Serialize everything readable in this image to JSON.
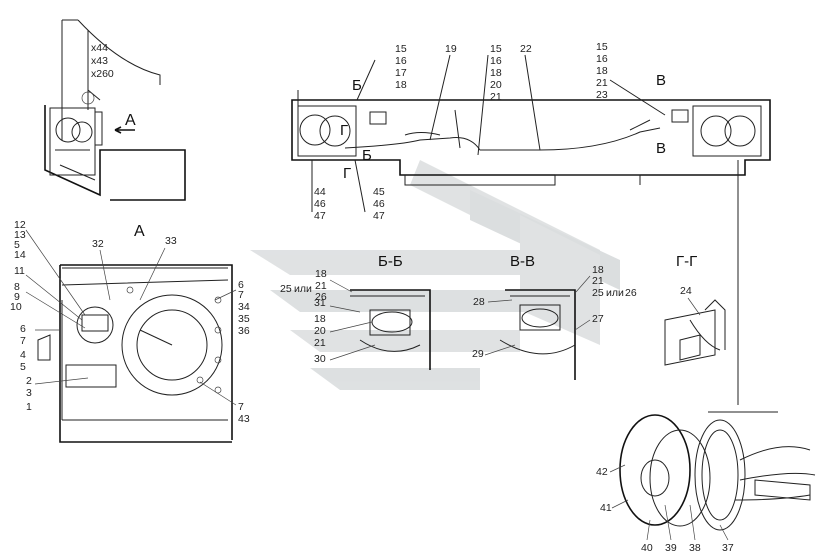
{
  "views": {
    "top_left": {
      "codes": [
        "x44",
        "x43",
        "x260"
      ],
      "view_label": "А"
    },
    "main_top": {
      "section_b": "Б",
      "section_v": "В",
      "section_g": "Г",
      "callouts_left_top": [
        "15",
        "16",
        "17",
        "18"
      ],
      "callout_19": "19",
      "callouts_mid_top": [
        "15",
        "16",
        "18",
        "20",
        "21"
      ],
      "callout_22": "22",
      "callouts_right_top": [
        "15",
        "16",
        "18",
        "21",
        "23"
      ],
      "callouts_left_bottom": [
        "44",
        "46",
        "47"
      ],
      "callouts_mid_bottom": [
        "45",
        "46",
        "47"
      ]
    },
    "view_a": {
      "title": "А",
      "left_labels": [
        "12",
        "13",
        "5",
        "14",
        "11",
        "8",
        "9",
        "10",
        "6",
        "7",
        "4",
        "5",
        "2",
        "3",
        "1"
      ],
      "top_labels": [
        "32",
        "33"
      ],
      "right_labels": [
        "6",
        "7",
        "34",
        "35",
        "36",
        "7",
        "43"
      ]
    },
    "section_bb": {
      "title": "Б-Б",
      "labels": [
        "18",
        "21",
        "25",
        "или",
        "26",
        "31",
        "18",
        "20",
        "21",
        "30"
      ]
    },
    "section_vv": {
      "title": "В-В",
      "labels": [
        "18",
        "21",
        "25",
        "или",
        "26",
        "28",
        "27",
        "29"
      ]
    },
    "section_gg": {
      "title": "Г-Г",
      "labels": [
        "24"
      ]
    },
    "detail": {
      "labels": [
        "42",
        "41",
        "40",
        "39",
        "38",
        "37"
      ]
    }
  },
  "colors": {
    "line": "#222222",
    "watermark": "#b9bec0"
  },
  "icons": [
    "watermark-logo"
  ]
}
